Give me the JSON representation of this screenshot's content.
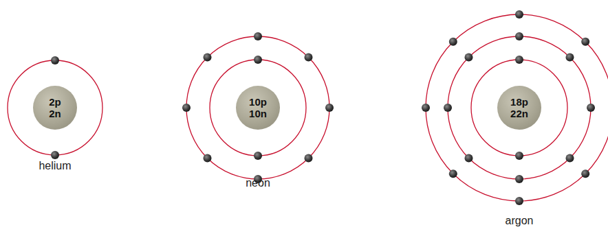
{
  "diagram": {
    "nodes": [
      {
        "text": [
          "2p 2n"
        ]
      },
      {
        "text": [
          "10p 10n"
        ]
      },
      {
        "text": [
          "18p 22n"
        ]
      }
    ],
    "labels": [
      "helium",
      "neon",
      "argon"
    ]
  }
}
